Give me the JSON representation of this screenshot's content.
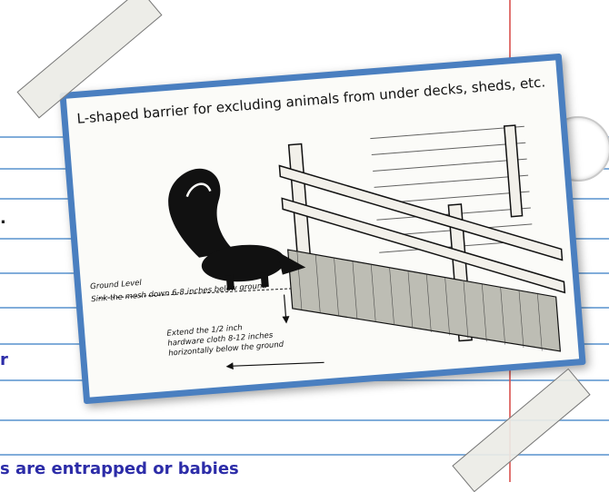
{
  "diagram": {
    "title": "L-shaped barrier for excluding animals from under decks, sheds, etc.",
    "labels": {
      "ground_level": "Ground Level",
      "sink_mesh": "Sink the mesh down 6-8 inches below ground",
      "extend_line1": "Extend the 1/2 inch",
      "extend_line2": "hardware cloth 8-12 inches",
      "extend_line3": "horizontally below the ground"
    }
  },
  "background_text": {
    "fragment_dot": ".",
    "fragment_r": "r",
    "fragment_bottom": "s are entrapped or babies"
  },
  "colors": {
    "rule_lines": "#6b9fd4",
    "margin_line": "#d9534f",
    "card_border": "#4a7fc0",
    "fragment_text": "#2c2ca8"
  }
}
